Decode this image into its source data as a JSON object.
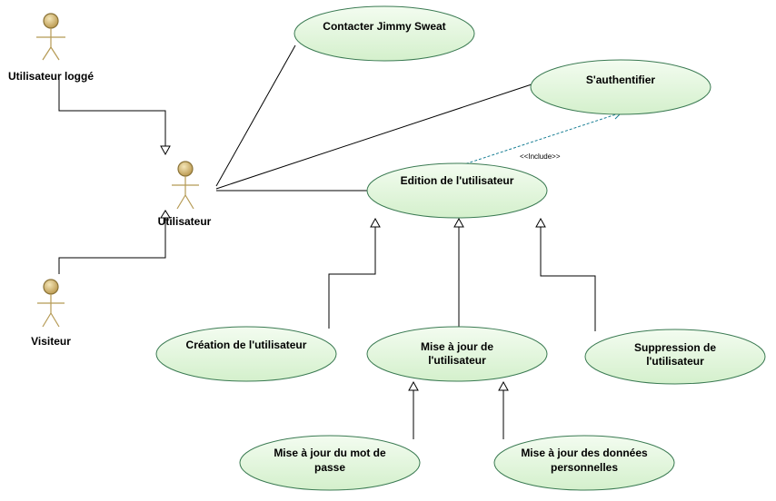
{
  "colors": {
    "usecase_fill": "#dff5d8",
    "usecase_stroke": "#3a7a52",
    "actor_head": "#c9ad62",
    "actor_body": "#b59a54",
    "line": "#000000",
    "include_line": "#1a7f95"
  },
  "actors": {
    "logged": {
      "label": "Utilisateur loggé"
    },
    "user": {
      "label": "Utilisateur"
    },
    "visitor": {
      "label": "Visiteur"
    }
  },
  "usecases": {
    "contact": {
      "lines": [
        "Contacter Jimmy Sweat"
      ]
    },
    "auth": {
      "lines": [
        "S'authentifier"
      ]
    },
    "edit": {
      "lines": [
        "Edition de l'utilisateur"
      ]
    },
    "create": {
      "lines": [
        "Création de l'utilisateur"
      ]
    },
    "update": {
      "lines": [
        "Mise à jour de",
        "l'utilisateur"
      ]
    },
    "delete": {
      "lines": [
        "Suppression de",
        "l'utilisateur"
      ]
    },
    "password": {
      "lines": [
        "Mise à jour du mot de",
        "passe"
      ]
    },
    "personal": {
      "lines": [
        "Mise à jour des données",
        "personnelles"
      ]
    }
  },
  "relations": {
    "include_label": "<<Include>>"
  }
}
